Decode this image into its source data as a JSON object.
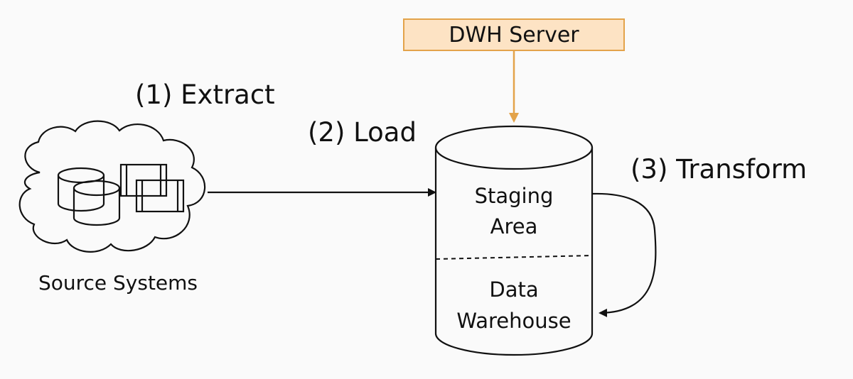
{
  "server": {
    "label": "DWH Server",
    "fill_color": "#fde3c4",
    "border_color": "#e3a34a",
    "arrow_color": "#e3a34a"
  },
  "steps": {
    "extract": "(1) Extract",
    "load": "(2) Load",
    "transform": "(3) Transform"
  },
  "warehouse": {
    "staging_line1": "Staging",
    "staging_line2": "Area",
    "dw_line1": "Data",
    "dw_line2": "Warehouse"
  },
  "source": {
    "label": "Source Systems",
    "icons": [
      "cloud-icon",
      "database-icon",
      "server-box-icon"
    ]
  }
}
